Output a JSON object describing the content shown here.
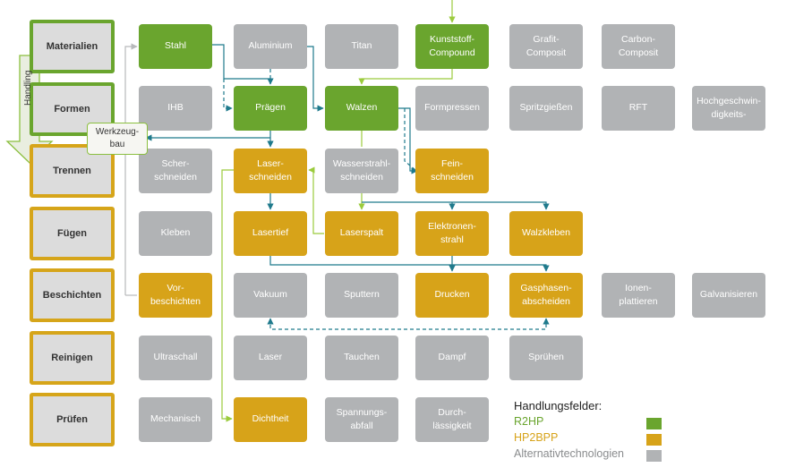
{
  "colors": {
    "r2hp": "#6aa52e",
    "hp2bpp": "#d7a319",
    "alternative": "#b1b3b5",
    "arrow_teal": "#1f7a8c",
    "arrow_light_green": "#9bcb3c"
  },
  "side": {
    "handling_label": "Handling",
    "werkzeugbau_label": "Werkzeug-\nbau"
  },
  "categories": [
    {
      "key": "mat",
      "label": "Materialien",
      "accent": "r2hp"
    },
    {
      "key": "for",
      "label": "Formen",
      "accent": "r2hp"
    },
    {
      "key": "tre",
      "label": "Trennen",
      "accent": "hp2bpp"
    },
    {
      "key": "fue",
      "label": "Fügen",
      "accent": "hp2bpp"
    },
    {
      "key": "bes",
      "label": "Beschichten",
      "accent": "hp2bpp"
    },
    {
      "key": "rei",
      "label": "Reinigen",
      "accent": "hp2bpp"
    },
    {
      "key": "pru",
      "label": "Prüfen",
      "accent": "hp2bpp"
    }
  ],
  "technologies": [
    {
      "row": 0,
      "col": 0,
      "label": "Stahl",
      "field": "r2hp"
    },
    {
      "row": 0,
      "col": 1,
      "label": "Aluminium",
      "field": "alternative"
    },
    {
      "row": 0,
      "col": 2,
      "label": "Titan",
      "field": "alternative"
    },
    {
      "row": 0,
      "col": 3,
      "label": "Kunststoff-\nCompound",
      "field": "r2hp"
    },
    {
      "row": 0,
      "col": 4,
      "label": "Grafit-\nComposit",
      "field": "alternative"
    },
    {
      "row": 0,
      "col": 5,
      "label": "Carbon-\nComposit",
      "field": "alternative"
    },
    {
      "row": 1,
      "col": 0,
      "label": "IHB",
      "field": "alternative"
    },
    {
      "row": 1,
      "col": 1,
      "label": "Prägen",
      "field": "r2hp"
    },
    {
      "row": 1,
      "col": 2,
      "label": "Walzen",
      "field": "r2hp"
    },
    {
      "row": 1,
      "col": 3,
      "label": "Formpressen",
      "field": "alternative"
    },
    {
      "row": 1,
      "col": 4,
      "label": "Spritzgießen",
      "field": "alternative"
    },
    {
      "row": 1,
      "col": 5,
      "label": "RFT",
      "field": "alternative"
    },
    {
      "row": 1,
      "col": 6,
      "label": "Hochgeschwin-\ndigkeits-",
      "field": "alternative"
    },
    {
      "row": 2,
      "col": 0,
      "label": "Scher-\nschneiden",
      "field": "alternative"
    },
    {
      "row": 2,
      "col": 1,
      "label": "Laser-\nschneiden",
      "field": "hp2bpp"
    },
    {
      "row": 2,
      "col": 2,
      "label": "Wasserstrahl-\nschneiden",
      "field": "alternative"
    },
    {
      "row": 2,
      "col": 3,
      "label": "Fein-\nschneiden",
      "field": "hp2bpp"
    },
    {
      "row": 3,
      "col": 0,
      "label": "Kleben",
      "field": "alternative"
    },
    {
      "row": 3,
      "col": 1,
      "label": "Lasertief",
      "field": "hp2bpp"
    },
    {
      "row": 3,
      "col": 2,
      "label": "Laserspalt",
      "field": "hp2bpp"
    },
    {
      "row": 3,
      "col": 3,
      "label": "Elektronen-\nstrahl",
      "field": "hp2bpp"
    },
    {
      "row": 3,
      "col": 4,
      "label": "Walzkleben",
      "field": "hp2bpp"
    },
    {
      "row": 4,
      "col": 0,
      "label": "Vor-\nbeschichten",
      "field": "hp2bpp"
    },
    {
      "row": 4,
      "col": 1,
      "label": "Vakuum",
      "field": "alternative"
    },
    {
      "row": 4,
      "col": 2,
      "label": "Sputtern",
      "field": "alternative"
    },
    {
      "row": 4,
      "col": 3,
      "label": "Drucken",
      "field": "hp2bpp"
    },
    {
      "row": 4,
      "col": 4,
      "label": "Gasphasen-\nabscheiden",
      "field": "hp2bpp"
    },
    {
      "row": 4,
      "col": 5,
      "label": "Ionen-\nplattieren",
      "field": "alternative"
    },
    {
      "row": 4,
      "col": 6,
      "label": "Galvanisieren",
      "field": "alternative"
    },
    {
      "row": 5,
      "col": 0,
      "label": "Ultraschall",
      "field": "alternative"
    },
    {
      "row": 5,
      "col": 1,
      "label": "Laser",
      "field": "alternative"
    },
    {
      "row": 5,
      "col": 2,
      "label": "Tauchen",
      "field": "alternative"
    },
    {
      "row": 5,
      "col": 3,
      "label": "Dampf",
      "field": "alternative"
    },
    {
      "row": 5,
      "col": 4,
      "label": "Sprühen",
      "field": "alternative"
    },
    {
      "row": 6,
      "col": 0,
      "label": "Mechanisch",
      "field": "alternative"
    },
    {
      "row": 6,
      "col": 1,
      "label": "Dichtheit",
      "field": "hp2bpp"
    },
    {
      "row": 6,
      "col": 2,
      "label": "Spannungs-\nabfall",
      "field": "alternative"
    },
    {
      "row": 6,
      "col": 3,
      "label": "Durch-\nlässigkeit",
      "field": "alternative"
    }
  ],
  "legend": {
    "title": "Handlungsfelder:",
    "items": [
      {
        "label": "R2HP",
        "field": "r2hp"
      },
      {
        "label": "HP2BPP",
        "field": "hp2bpp"
      },
      {
        "label": "Alternativtechnologien",
        "field": "alternative"
      }
    ]
  }
}
